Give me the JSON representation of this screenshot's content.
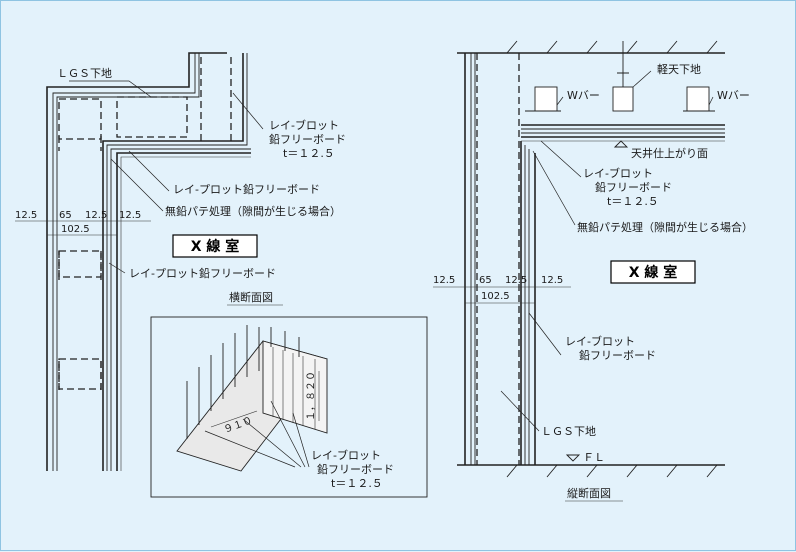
{
  "left_section": {
    "title": "横断面図",
    "room_label": "X 線 室",
    "labels": {
      "lgs": "ＬＧＳ下地",
      "board_a_line1": "レイ-ブロット",
      "board_a_line2": "鉛フリーボード",
      "board_a_thickness": "t＝１２.５",
      "board_b": "レイ-プロット鉛フリーボード",
      "putty": "無鉛パテ処理（隙間が生じる場合）",
      "board_c": "レイ-プロット鉛フリーボード"
    },
    "dimensions": {
      "row1": [
        "12.5",
        "65",
        "12.5",
        "12.5"
      ],
      "row2": "102.5"
    },
    "inset": {
      "dim_width": "９１０",
      "dim_height": "１，８２０",
      "board_line1": "レイ-ブロット",
      "board_line2": "鉛フリーボード",
      "board_thickness": "t＝１２.５"
    }
  },
  "right_section": {
    "title": "縦断面図",
    "room_label": "X 線 室",
    "labels": {
      "ceiling_base": "軽天下地",
      "w_bar_left": "Wバー",
      "w_bar_right": "Wバー",
      "board_a_line1": "レイ-ブロット",
      "board_a_line2": "鉛フリーボード",
      "board_a_thickness": "t＝１２.５",
      "ceiling_finish": "天井仕上がり面",
      "putty": "無鉛パテ処理（隙間が生じる場合）",
      "board_b_line1": "レイ-ブロット",
      "board_b_line2": "鉛フリーボード",
      "lgs": "ＬＧＳ下地",
      "fl": "ＦＬ"
    },
    "dimensions": {
      "row1": [
        "12.5",
        "65",
        "12.5",
        "12.5"
      ],
      "row2": "102.5"
    }
  }
}
